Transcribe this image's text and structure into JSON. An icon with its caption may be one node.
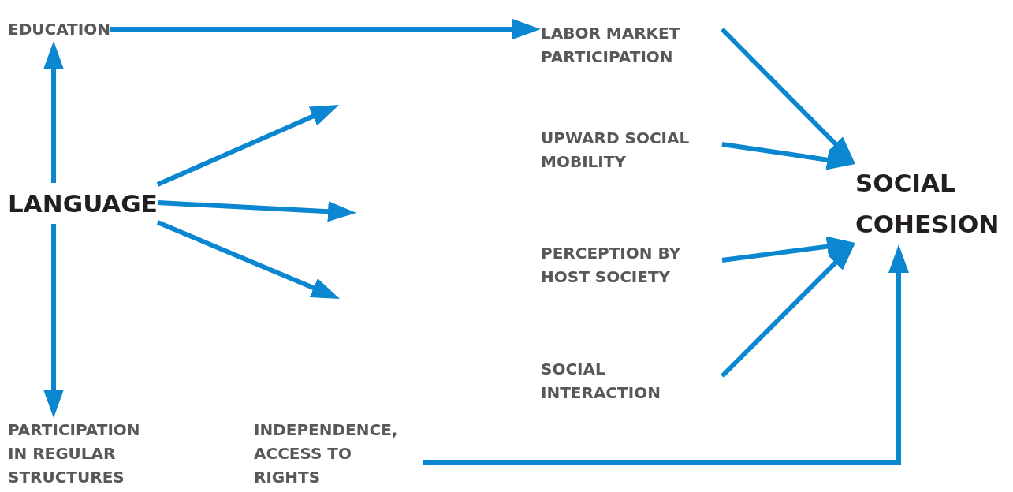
{
  "diagram": {
    "nodes": [
      {
        "text": [
          "EDUCATION"
        ]
      },
      {
        "text": [
          "LABOR MARKET PARTICIPATION"
        ]
      },
      {
        "text": [
          "LANGUAGE"
        ]
      },
      {
        "text": [
          "UPWARD SOCIAL MOBILITY"
        ]
      },
      {
        "text": [
          "SOCIAL COHESION"
        ]
      },
      {
        "text": [
          "PERCEPTION BY HOST SOCIETY"
        ]
      },
      {
        "text": [
          "SOCIAL INTERACTION"
        ]
      },
      {
        "text": [
          "PARTICIPATION IN REGULAR STRUCTURES"
        ]
      },
      {
        "text": [
          "INDEPENDENCE, ACCESS TO RIGHTS"
        ]
      }
    ],
    "edges": [
      {
        "from": 0,
        "to": 1,
        "arrow": "to"
      },
      {
        "from": 2,
        "to": 0,
        "arrow": "to"
      },
      {
        "from": 2,
        "to": 7,
        "arrow": "to"
      },
      {
        "from": 2,
        "to": null,
        "arrow": "to"
      },
      {
        "from": 2,
        "to": null,
        "arrow": "to"
      },
      {
        "from": 2,
        "to": null,
        "arrow": "to"
      },
      {
        "from": 1,
        "to": 4,
        "arrow": "to"
      },
      {
        "from": 3,
        "to": 4,
        "arrow": "to"
      },
      {
        "from": 5,
        "to": 4,
        "arrow": "to"
      },
      {
        "from": 6,
        "to": 4,
        "arrow": "to"
      },
      {
        "from": 8,
        "to": 4,
        "arrow": "to"
      }
    ]
  }
}
